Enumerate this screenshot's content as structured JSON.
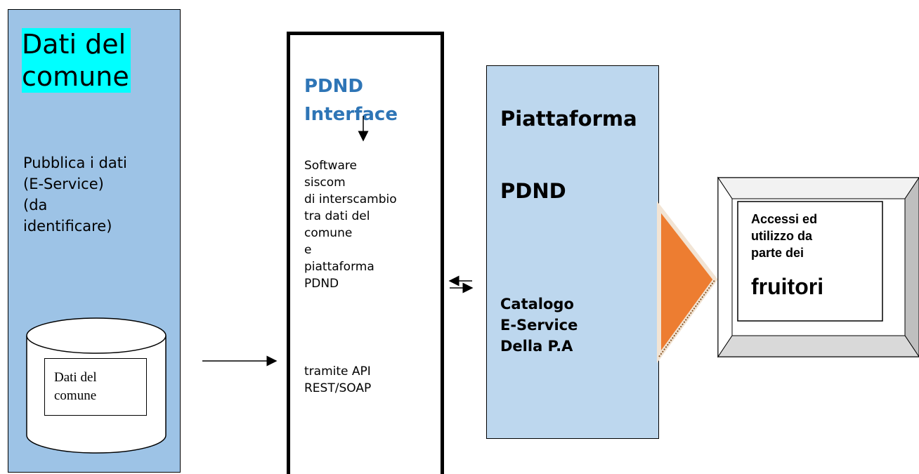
{
  "comune": {
    "title": "Dati del\ncomune",
    "description": "Pubblica i dati\n(E-Service)\n(da\nidentificare)",
    "database_label": "Dati del\ncomune"
  },
  "interface": {
    "title": "PDND\nInterface",
    "description": "Software\nsiscom\ndi interscambio\ntra dati del\ncomune\ne\npiattaforma\nPDND",
    "api": "tramite API\nREST/SOAP"
  },
  "platform": {
    "title": "Piattaforma",
    "subtitle": "PDND",
    "catalog": "Catalogo\nE-Service\nDella P.A"
  },
  "fruitori": {
    "text": "Accessi ed\nutilizzo  da\nparte dei",
    "emphasis": "fruitori"
  },
  "colors": {
    "comune_fill": "#9dc3e6",
    "highlight": "#00ffff",
    "interface_title": "#2e75b6",
    "platform_fill": "#bdd7ee",
    "arrow_orange": "#ed7d31"
  }
}
